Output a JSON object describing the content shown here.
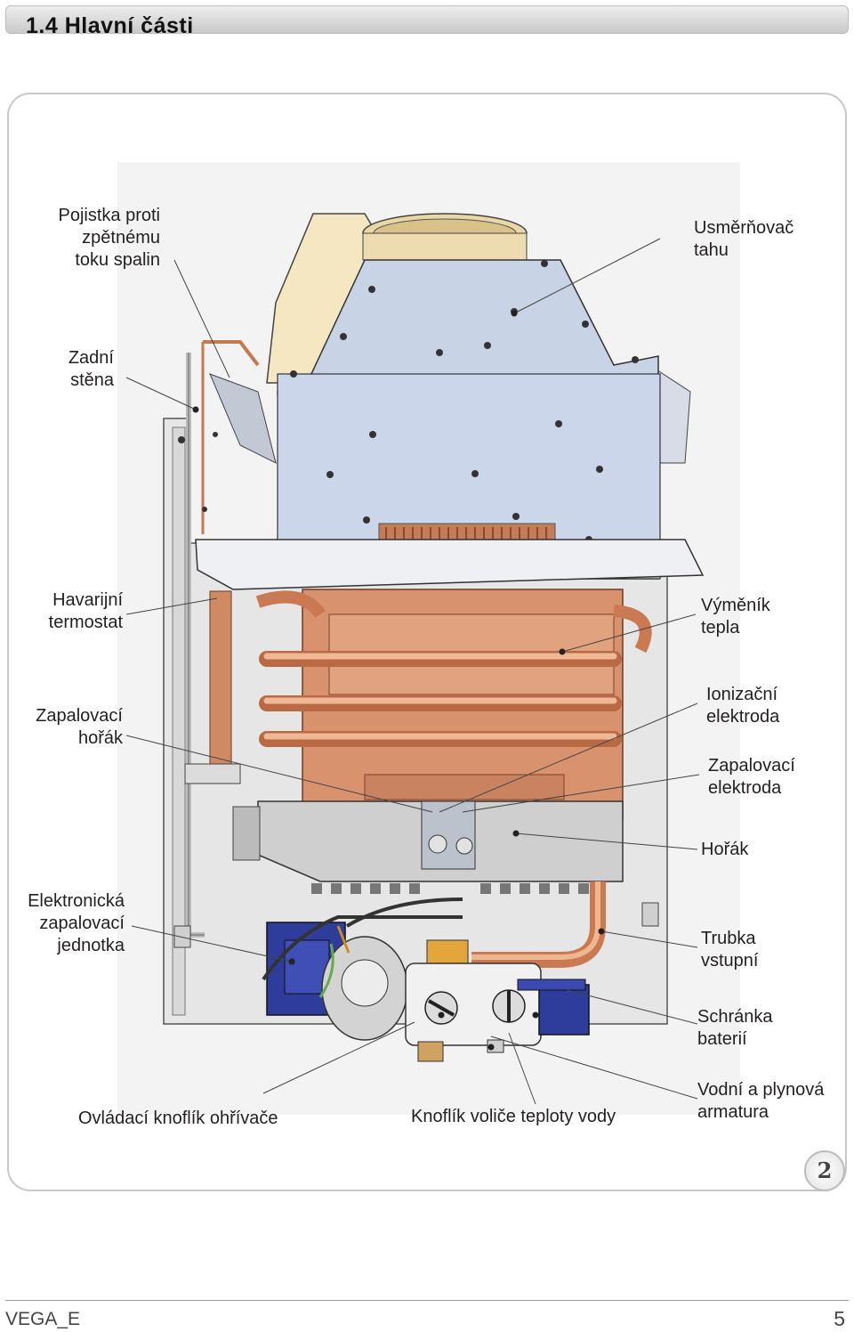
{
  "section": {
    "title": "1.4  Hlavní části"
  },
  "labels": {
    "pojistka": "Pojistka proti\nzpětnému\ntoku spalin",
    "usmernovac": "Usměrňovač\ntahu",
    "zadni": "Zadní\nstěna",
    "havarijni": "Havarijní\ntermostat",
    "vymenik": "Výměník\ntepla",
    "zapal_horak": "Zapalovací\nhořák",
    "ionizacni": "Ionizační\nelektroda",
    "zapal_elektroda": "Zapalovací\nelektroda",
    "horak": "Hořák",
    "elektronicka": "Elektronická\nzapalovací\njednotka",
    "trubka": "Trubka\nvstupní",
    "schranka": "Schránka\nbaterií",
    "ovladaci": "Ovládací knoflík ohřívače",
    "knoflik": "Knoflík voliče teploty vody",
    "vodni": "Vodní a plynová\narmatura"
  },
  "badge": "2",
  "footer": {
    "model": "VEGA_E",
    "page": "5"
  },
  "colors": {
    "copper": "#d9926e",
    "hood": "#c9d3e6",
    "panel": "#e4e4e4",
    "draft": "#f4e7c2",
    "blue": "#2e3d9c"
  }
}
